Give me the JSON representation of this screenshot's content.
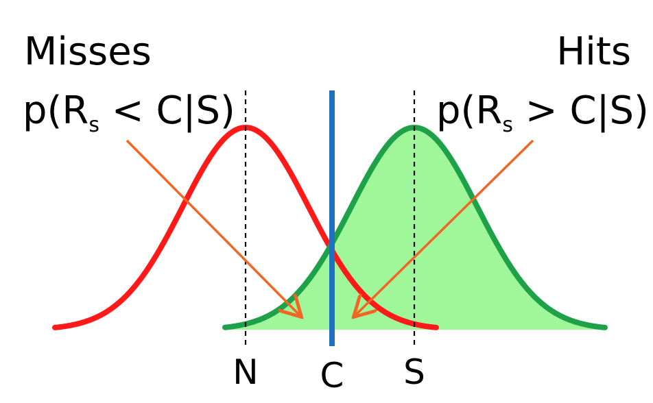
{
  "labels": {
    "misses": "Misses",
    "hits": "Hits",
    "misses_formula": {
      "prefix": "p(R",
      "sub": "s",
      "suffix": " < C|S)"
    },
    "hits_formula": {
      "prefix": "p(R",
      "sub": "s",
      "suffix": " > C|S)"
    },
    "noise_mean": "N",
    "criterion": "C",
    "signal_mean": "S"
  },
  "colors": {
    "noise_curve": "#ff1a1a",
    "signal_curve": "#1fa14a",
    "hit_fill": "#9ff79a",
    "criterion_line": "#1f6fc1",
    "arrows": "#f26522"
  }
}
